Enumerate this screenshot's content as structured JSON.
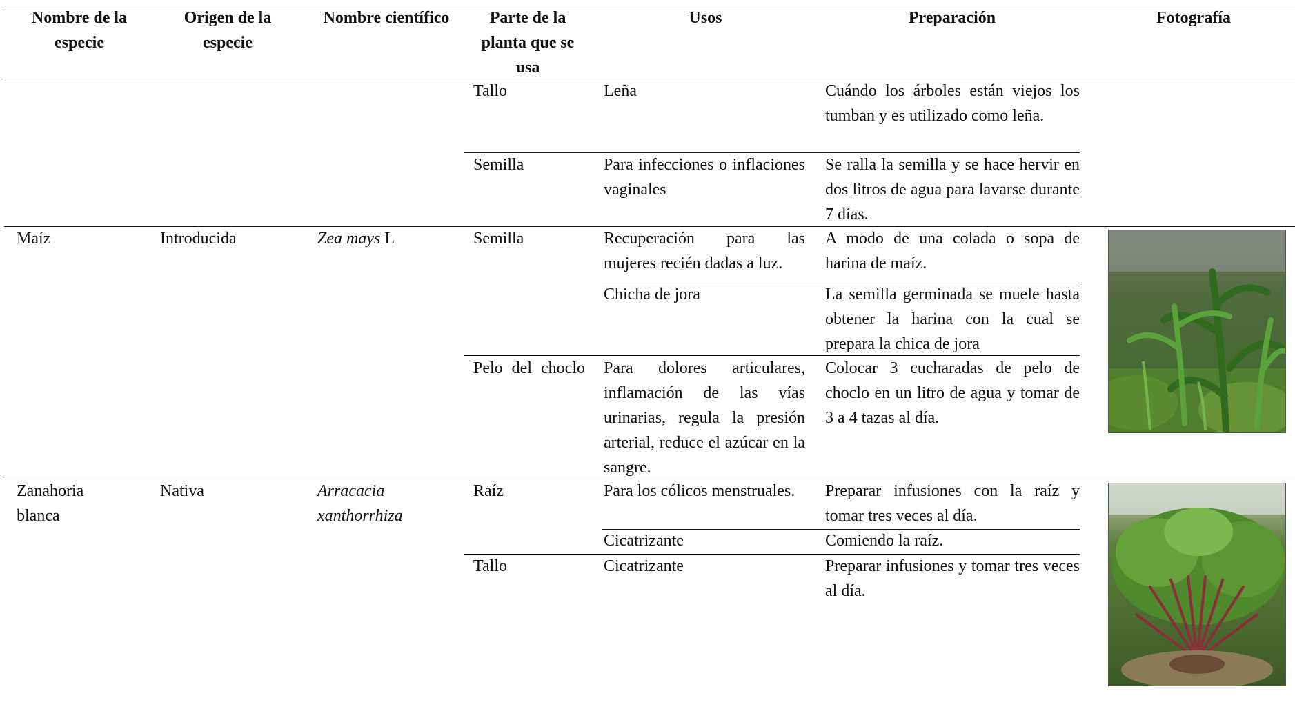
{
  "headers": {
    "nombre": "Nombre de la especie",
    "origen": "Origen de la especie",
    "cientifico": "Nombre científico",
    "parte": "Parte de la planta que se usa",
    "usos": "Usos",
    "preparacion": "Preparación",
    "fotografia": "Fotografía"
  },
  "rows": {
    "prev": {
      "tallo": {
        "parte": "Tallo",
        "uso": "Leña",
        "prep": "Cuándo los árboles están viejos los tumban y es utilizado como leña."
      },
      "semilla": {
        "parte": "Semilla",
        "uso": "Para infecciones o inflaciones vaginales",
        "prep": "Se ralla la semilla y se hace hervir en dos litros de agua para lavarse durante 7 días."
      }
    },
    "maiz": {
      "nombre": "Maíz",
      "origen": "Introducida",
      "cientifico_italic": "Zea mays",
      "cientifico_suffix": " L",
      "semilla": {
        "parte": "Semilla",
        "uso1": "Recuperación para las mujeres recién dadas a luz.",
        "prep1": "A modo de una colada o sopa de harina de maíz.",
        "uso2": "Chicha de jora",
        "prep2": "La semilla germinada se muele hasta obtener la harina con la cual se prepara la chica de jora"
      },
      "pelo": {
        "parte": "Pelo del choclo",
        "uso": "Para dolores articulares, inflamación de las vías urinarias, regula la presión arterial, reduce el azúcar en la sangre.",
        "prep": "Colocar 3 cucharadas de pelo de choclo en un litro de agua y tomar de 3 a 4 tazas al día."
      }
    },
    "zanahoria": {
      "nombre": "Zanahoria blanca",
      "origen": "Nativa",
      "cientifico": "Arracacia xanthorrhiza",
      "raiz": {
        "parte": "Raíz",
        "uso1": "Para los cólicos menstruales.",
        "prep1": "Preparar infusiones con la raíz y tomar tres veces al día.",
        "uso2": "Cicatrizante",
        "prep2": "Comiendo la raíz."
      },
      "tallo": {
        "parte": "Tallo",
        "uso": "Cicatrizante",
        "prep": "Preparar infusiones y tomar tres veces al día."
      }
    }
  },
  "photos": {
    "maiz": "corn-plant-photo",
    "zanahoria": "arracacia-plant-photo"
  }
}
